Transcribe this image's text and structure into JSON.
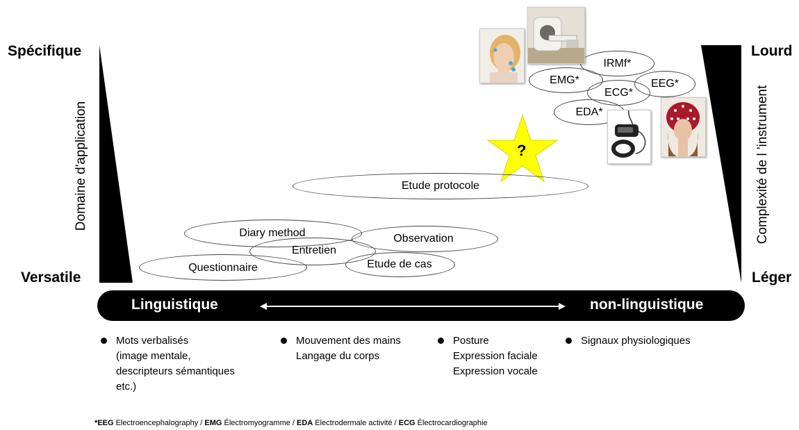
{
  "corners": {
    "top_left": "Spécifique",
    "bottom_left": "Versatile",
    "top_right": "Lourd",
    "bottom_right": "Léger"
  },
  "axes": {
    "left_label": "Domaine d'application",
    "right_label": "Complexité de l 'instrument"
  },
  "methods": {
    "etude_protocole": "Etude protocole",
    "diary_method": "Diary method",
    "observation": "Observation",
    "entretien": "Entretien",
    "etude_de_cas": "Etude de cas",
    "questionnaire": "Questionnaire"
  },
  "instruments": {
    "irmf": "IRMf*",
    "emg": "EMG*",
    "ecg": "ECG*",
    "eeg": "EEG*",
    "eda": "EDA*"
  },
  "star_label": "?",
  "bar": {
    "left": "Linguistique",
    "right": "non-linguistique"
  },
  "bullets": [
    {
      "lines": [
        "Mots verbalisés",
        "(image mentale,",
        "descripteurs sémantiques",
        "etc.)"
      ]
    },
    {
      "lines": [
        "Mouvement des mains",
        "Langage du corps"
      ]
    },
    {
      "lines": [
        "Posture",
        "Expression faciale",
        "Expression vocale"
      ]
    },
    {
      "lines": [
        "Signaux physiologiques"
      ]
    }
  ],
  "footnote": {
    "p1_bold": "*EEG",
    "p1": " Electroencephalography /  ",
    "p2_bold": "EMG",
    "p2": " Électromyogramme / ",
    "p3_bold": "EDA",
    "p3": " Electrodermale activité  / ",
    "p4_bold": "ECG",
    "p4": " Électrocardiographie"
  },
  "colors": {
    "star": "#ffff00",
    "bar": "#000000",
    "oval_border": "#444444"
  }
}
